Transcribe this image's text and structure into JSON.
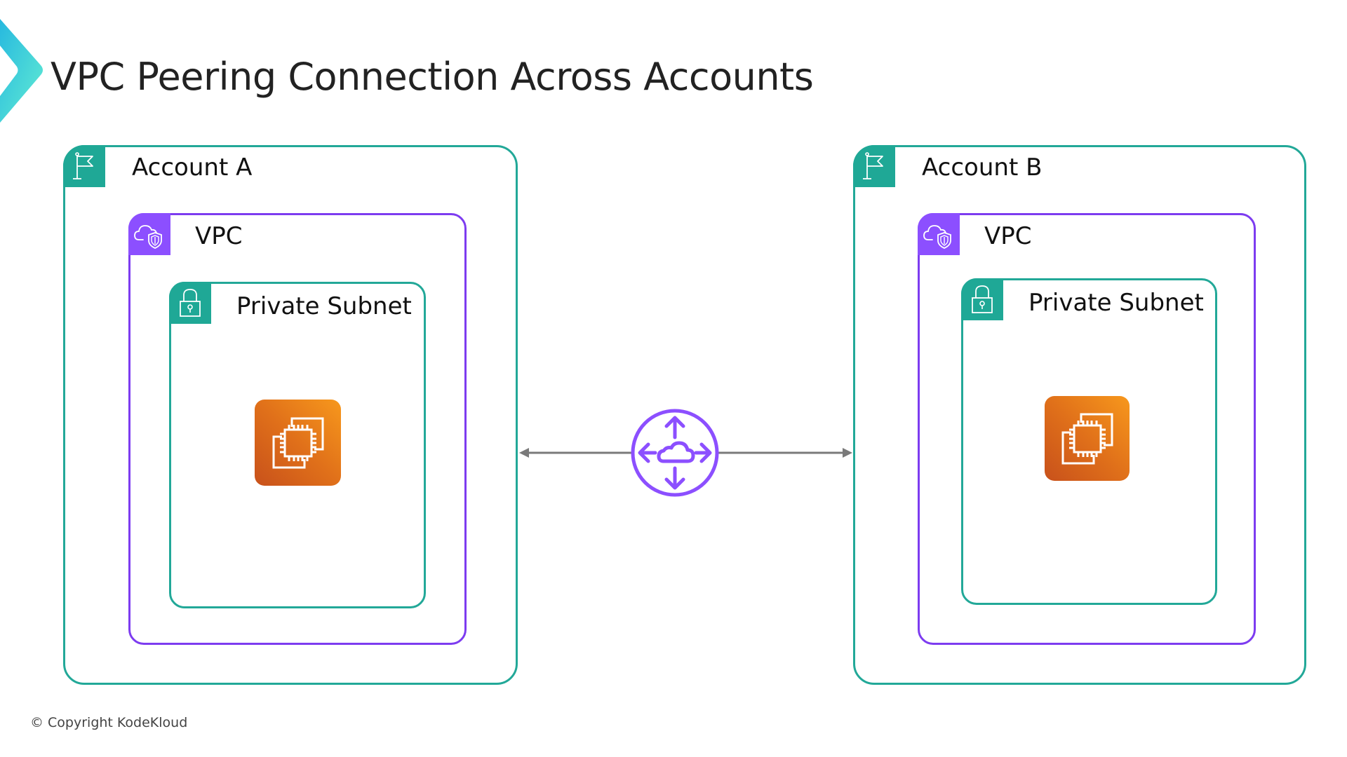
{
  "title": "VPC Peering Connection Across Accounts",
  "accounts": [
    {
      "label": "Account A",
      "icon": "flag-icon",
      "vpc": {
        "label": "VPC",
        "icon": "vpc-cloud-shield-icon",
        "subnet": {
          "label": "Private Subnet",
          "icon": "padlock-icon",
          "instance": {
            "icon": "ec2-instance-icon"
          }
        }
      }
    },
    {
      "label": "Account B",
      "icon": "flag-icon",
      "vpc": {
        "label": "VPC",
        "icon": "vpc-cloud-shield-icon",
        "subnet": {
          "label": "Private Subnet",
          "icon": "padlock-icon",
          "instance": {
            "icon": "ec2-instance-icon"
          }
        }
      }
    }
  ],
  "connection": {
    "type": "bidirectional",
    "icon": "vpc-peering-icon"
  },
  "colors": {
    "account_border": "#22a898",
    "vpc_border": "#7d3cf0",
    "vpc_header": "#8c4fff",
    "peering": "#8c4fff",
    "ec2_start": "#c8511b",
    "ec2_end": "#f7981c",
    "connector": "#7a7a7a"
  },
  "footer": {
    "copyright": "© Copyright KodeKloud"
  }
}
